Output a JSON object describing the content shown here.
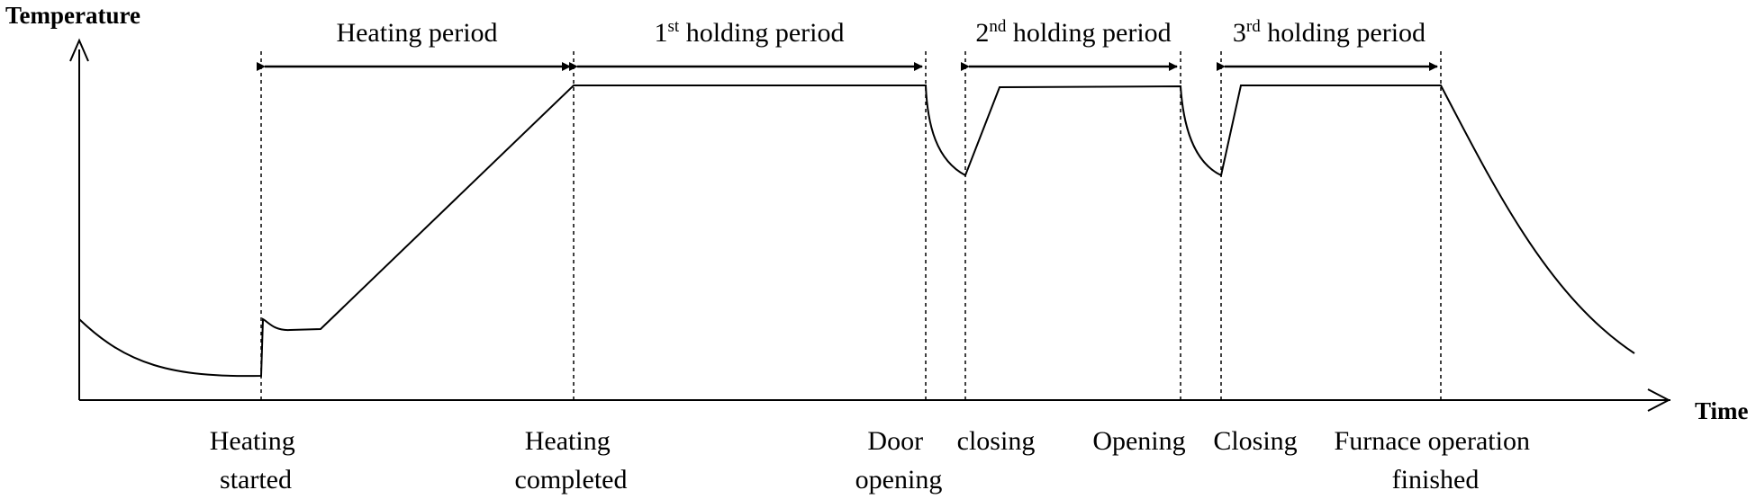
{
  "axes": {
    "y_label": "Temperature",
    "x_label": "Time"
  },
  "periods": [
    {
      "id": "heating",
      "prefix": "Heating period",
      "sup": "",
      "suffix": ""
    },
    {
      "id": "hold1",
      "prefix": "1",
      "sup": "st",
      "suffix": " holding period"
    },
    {
      "id": "hold2",
      "prefix": "2",
      "sup": "nd",
      "suffix": " holding period"
    },
    {
      "id": "hold3",
      "prefix": "3",
      "sup": "rd",
      "suffix": " holding period"
    }
  ],
  "events": [
    {
      "id": "heating-started",
      "lines": [
        "Heating",
        "started"
      ]
    },
    {
      "id": "heating-completed",
      "lines": [
        "Heating",
        "completed"
      ]
    },
    {
      "id": "door-opening",
      "lines": [
        "Door",
        "opening"
      ]
    },
    {
      "id": "closing-1",
      "lines": [
        "closing"
      ]
    },
    {
      "id": "opening-2",
      "lines": [
        "Opening"
      ]
    },
    {
      "id": "closing-2",
      "lines": [
        "Closing"
      ]
    },
    {
      "id": "furnace-finished",
      "lines": [
        "Furnace operation",
        "finished"
      ]
    }
  ],
  "colors": {
    "line": "#000000",
    "background": "#ffffff"
  }
}
